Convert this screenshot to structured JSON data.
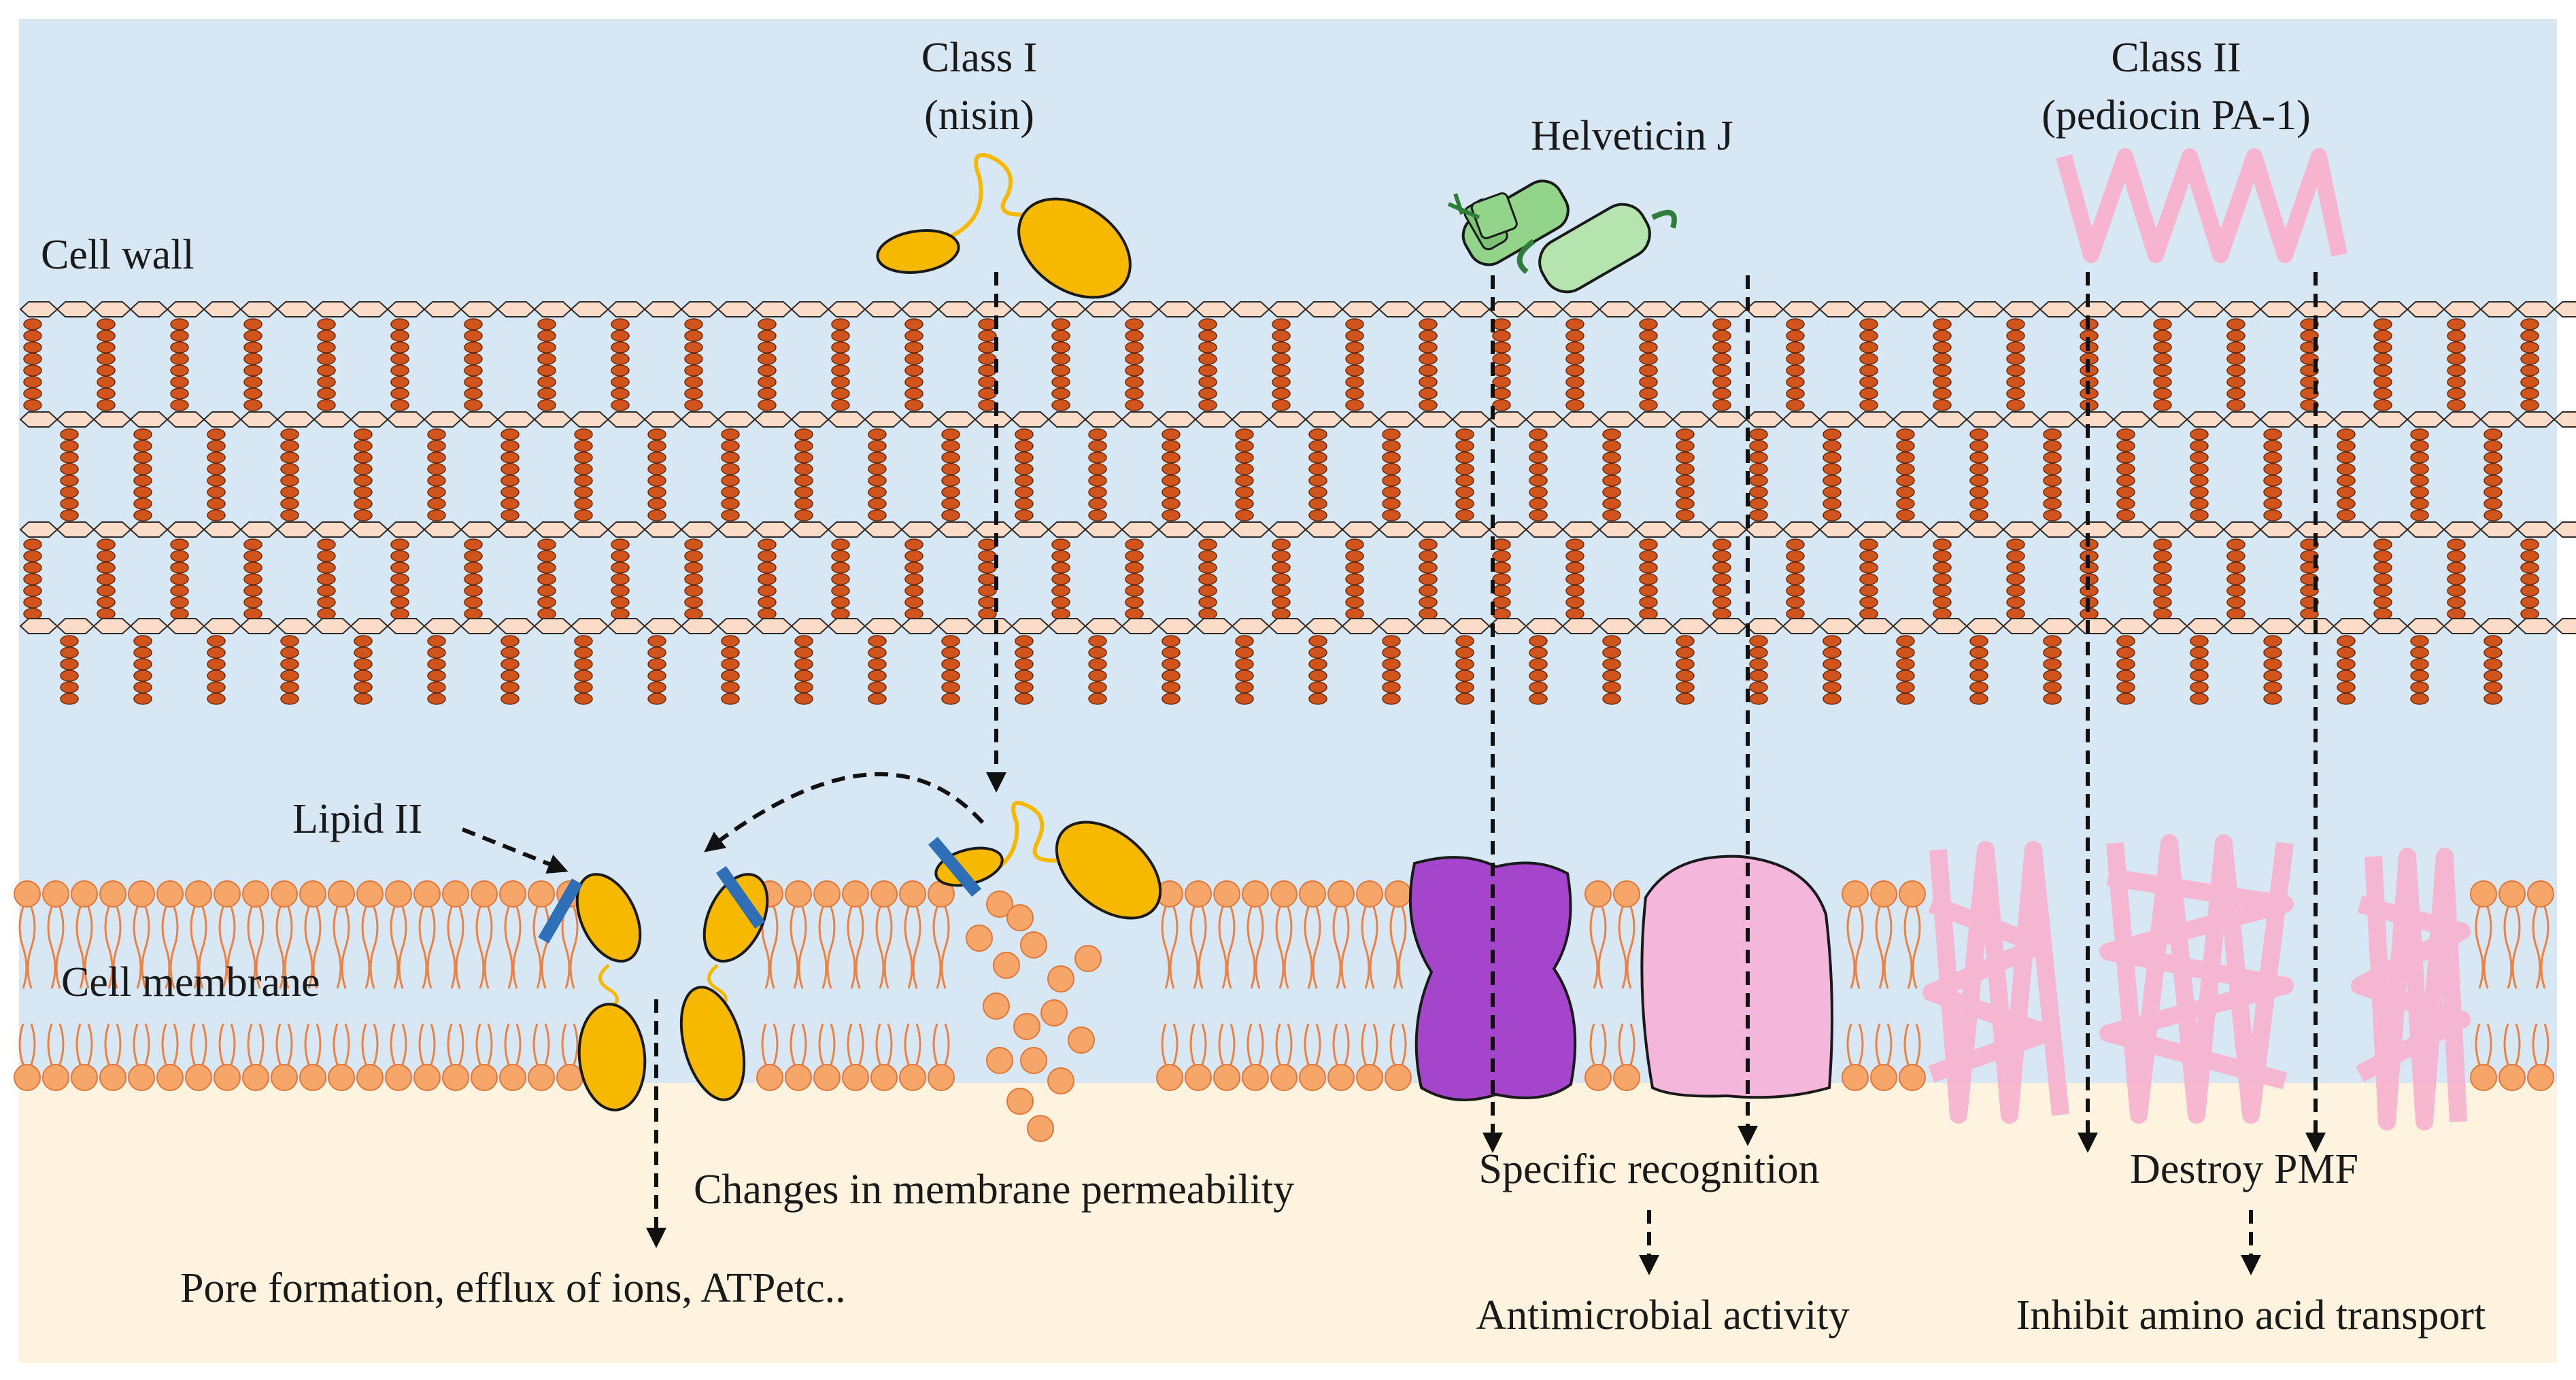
{
  "labels": {
    "class1_line1": "Class I",
    "class1_line2": "(nisin)",
    "helveticin": "Helveticin J",
    "class2_line1": "Class II",
    "class2_line2": "(pediocin PA-1)",
    "cell_wall": "Cell wall",
    "lipid2": "Lipid II",
    "cell_membrane": "Cell membrane",
    "membrane_permeability": "Changes in membrane permeability",
    "pore_formation": "Pore formation, efflux of ions, ATPetc..",
    "specific_recognition": "Specific recognition",
    "antimicrobial": "Antimicrobial activity",
    "destroy_pmf": "Destroy PMF",
    "inhibit_transport": "Inhibit amino acid transport"
  },
  "colors": {
    "extracellular": "#d7e8f4",
    "cytoplasm": "#fdf3de",
    "lipid_head": "#f7a66a",
    "lipid_tail": "#f08040",
    "wall_hexagon": "#fbdcc8",
    "wall_bead": "#d0541c",
    "nisin": "#f7b800",
    "lipid2_mark": "#2e6fb7",
    "helveticin": "#92d48a",
    "pediocin": "#f6b4cf",
    "protein_purple": "#a445cc",
    "protein_pink": "#f5b6dc"
  }
}
